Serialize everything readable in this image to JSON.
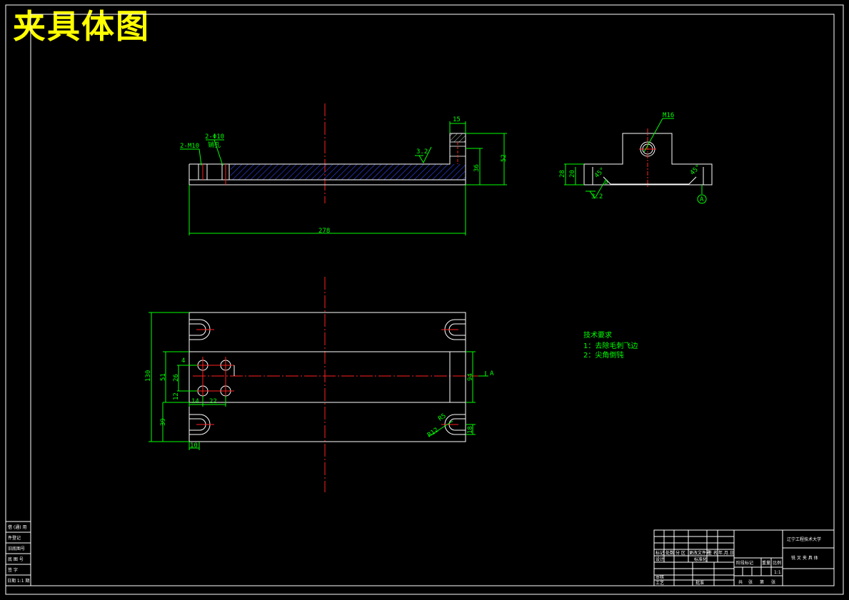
{
  "title": "夹具体图",
  "dimensions": {
    "top_view": {
      "holes_left": "2-M10",
      "holes_pin": "2-Φ10",
      "holes_pin_note": "销孔",
      "roughness": "3.2",
      "flange_width": "15",
      "total_height": "52",
      "body_height": "36",
      "length": "278"
    },
    "side_view": {
      "thread": "M16",
      "h1": "28",
      "h2": "20",
      "angle1": "45°",
      "angle2": "45°",
      "tiny": "6",
      "roughness": "3.2",
      "datum": "A"
    },
    "plan_view": {
      "overall_width": "130",
      "d51": "51",
      "d26": "26",
      "d12": "12",
      "d39": "39",
      "d4": "4",
      "d14": "14",
      "d22": "22",
      "d10": "10",
      "d94": "94",
      "d18": "18",
      "r": "R12",
      "r2": "R5",
      "datum": "A"
    }
  },
  "technical_requirements": {
    "heading": "技术要求",
    "items": [
      "1：去除毛刺飞边",
      "2：尖角倒钝"
    ]
  },
  "left_table": {
    "rows": [
      "借 (通) 用",
      "件登记",
      "旧底图号",
      "底 图 号",
      "签   字",
      "日期 1:1 期"
    ]
  },
  "title_block": {
    "school": "辽宁工程技术大学",
    "drawing_name": "铣 叉 夹 具 体",
    "headers": [
      "标记",
      "处数",
      "分 区",
      "更改文件号",
      "签 名",
      "年.月.日"
    ],
    "roles": [
      "设计",
      "审核",
      "工艺"
    ],
    "standardize": "标准化",
    "approve": "批准",
    "stage_labels": [
      "阶段标记",
      "重量",
      "比例"
    ],
    "scale": "1:1",
    "sheet": [
      "共",
      "张",
      "第",
      "张"
    ]
  }
}
